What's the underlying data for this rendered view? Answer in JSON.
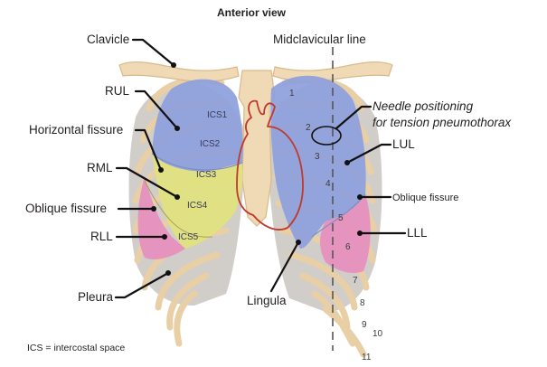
{
  "title": "Anterior view",
  "labels": {
    "clavicle": "Clavicle",
    "rul": "RUL",
    "horizontal_fissure": "Horizontal fissure",
    "rml": "RML",
    "oblique_fissure_left": "Oblique fissure",
    "rll": "RLL",
    "pleura": "Pleura",
    "midclavicular_line": "Midclavicular line",
    "needle_line1": "Needle positioning",
    "needle_line2": "for tension pneumothorax",
    "lul": "LUL",
    "oblique_fissure_right": "Oblique fissure",
    "lll": "LLL",
    "lingula": "Lingula"
  },
  "intercostal_labels": [
    "ICS1",
    "ICS2",
    "ICS3",
    "ICS4",
    "ICS5"
  ],
  "rib_numbers": [
    "1",
    "2",
    "3",
    "4",
    "5",
    "6",
    "7",
    "8",
    "9",
    "10",
    "11"
  ],
  "footnote": "ICS = intercostal space",
  "colors": {
    "upper_lobe": "#8d9fdc",
    "middle_lobe": "#dfe37e",
    "lower_lobe": "#e58fbd",
    "bone": "#f0d9b5",
    "pleura": "#c9c4bf",
    "heart_outline": "#c0392b"
  }
}
